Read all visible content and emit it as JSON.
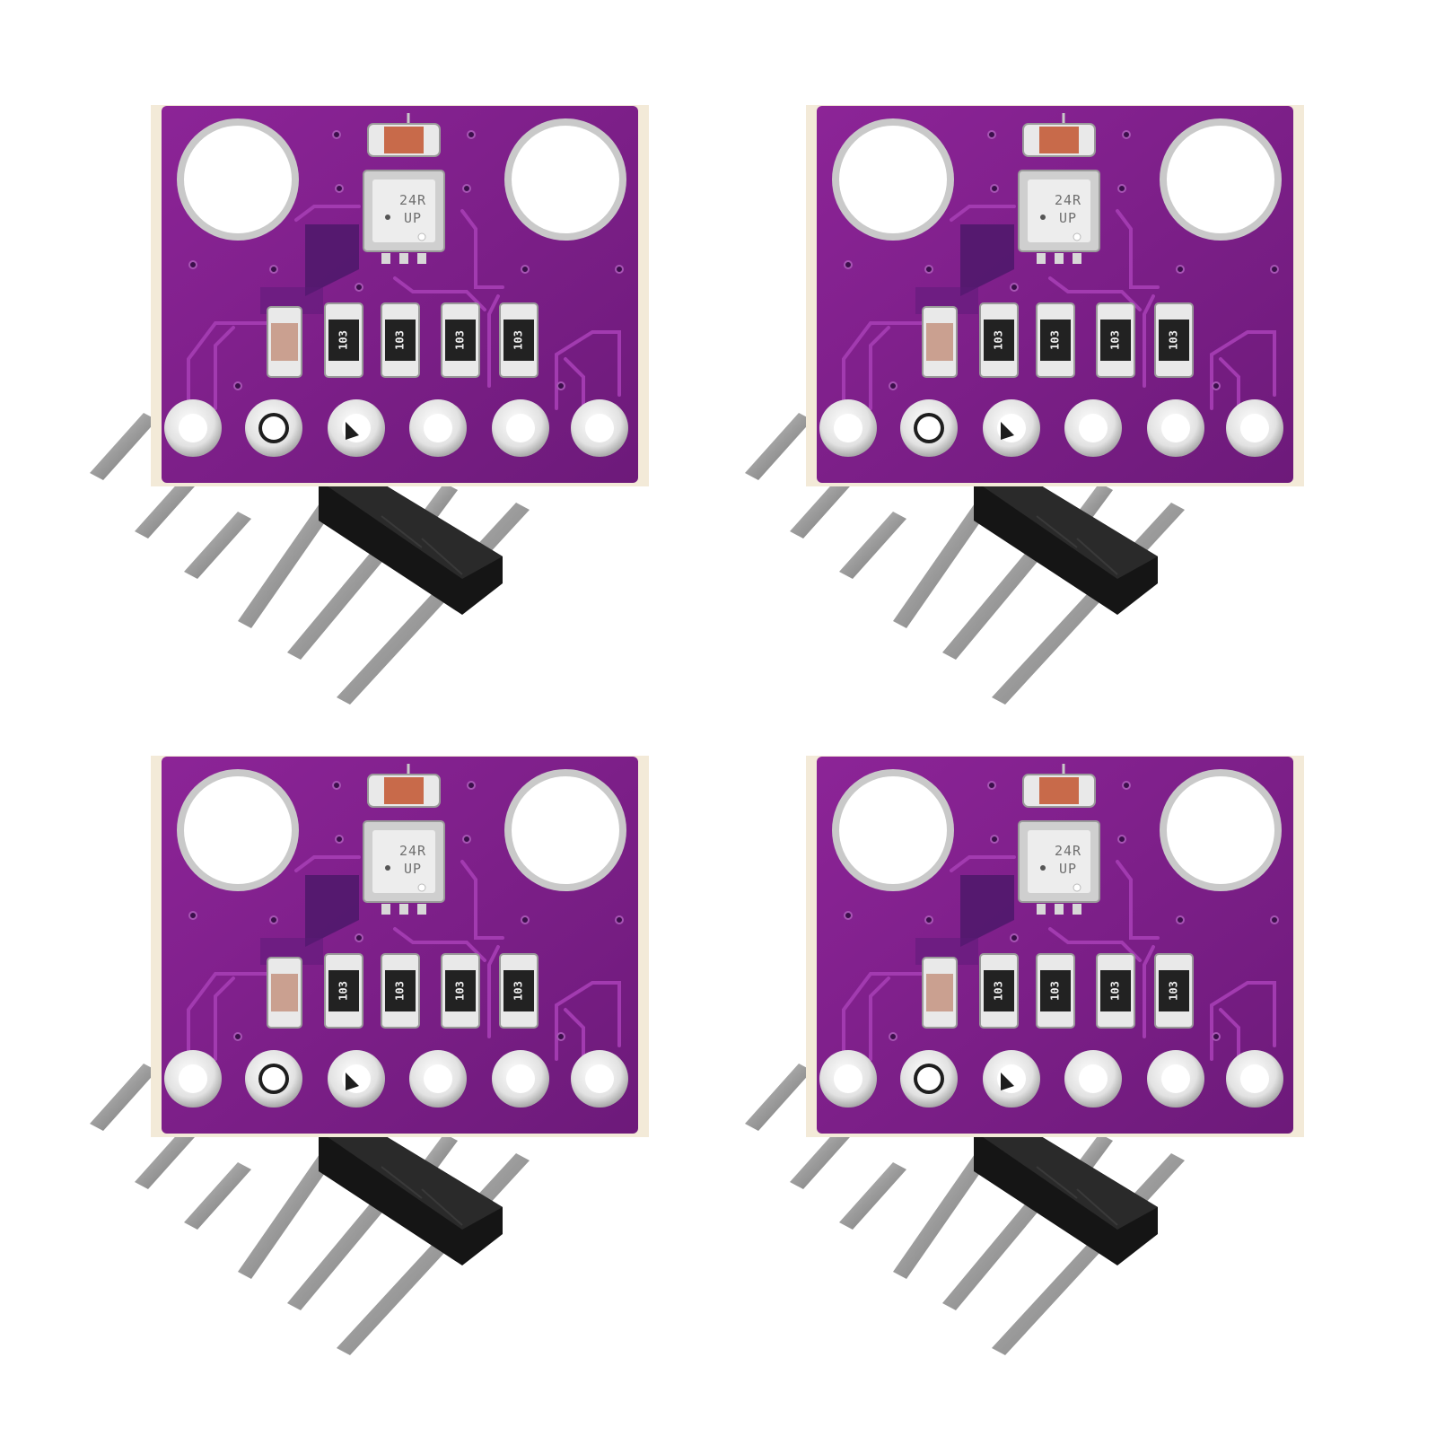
{
  "photo": {
    "subject": "Four identical purple breakout boards with 6-pin right-angle headers",
    "count": 4,
    "background_color": "#ffffff",
    "colors": {
      "pcb_purple": "#7a1f86",
      "pcb_edge": "#9b3aa8",
      "header_black": "#1a1a1a",
      "pin_silver": "#a9a9a9",
      "pad_silver": "#e6e6e6"
    }
  },
  "boards": [
    {
      "id": "top-left"
    },
    {
      "id": "top-right"
    },
    {
      "id": "bottom-left"
    },
    {
      "id": "bottom-right"
    }
  ],
  "sensor_chip": {
    "marking_line1": "24R",
    "marking_line2": "UP"
  },
  "resistors": [
    {
      "marking": "103"
    },
    {
      "marking": "103"
    },
    {
      "marking": "103"
    },
    {
      "marking": "103"
    }
  ]
}
